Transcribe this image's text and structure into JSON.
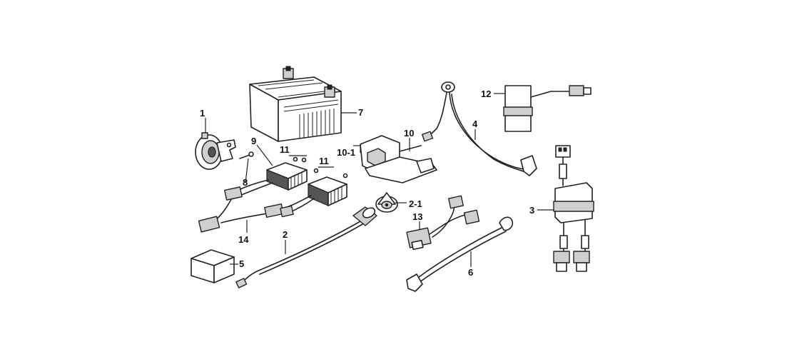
{
  "callouts": {
    "c1": "1",
    "c2": "2",
    "c2_1": "2-1",
    "c3": "3",
    "c4": "4",
    "c5": "5",
    "c6": "6",
    "c7": "7",
    "c8": "8",
    "c9": "9",
    "c10": "10",
    "c10_1": "10-1",
    "c11a": "11",
    "c11b": "11",
    "c12": "12",
    "c13": "13",
    "c14": "14"
  }
}
